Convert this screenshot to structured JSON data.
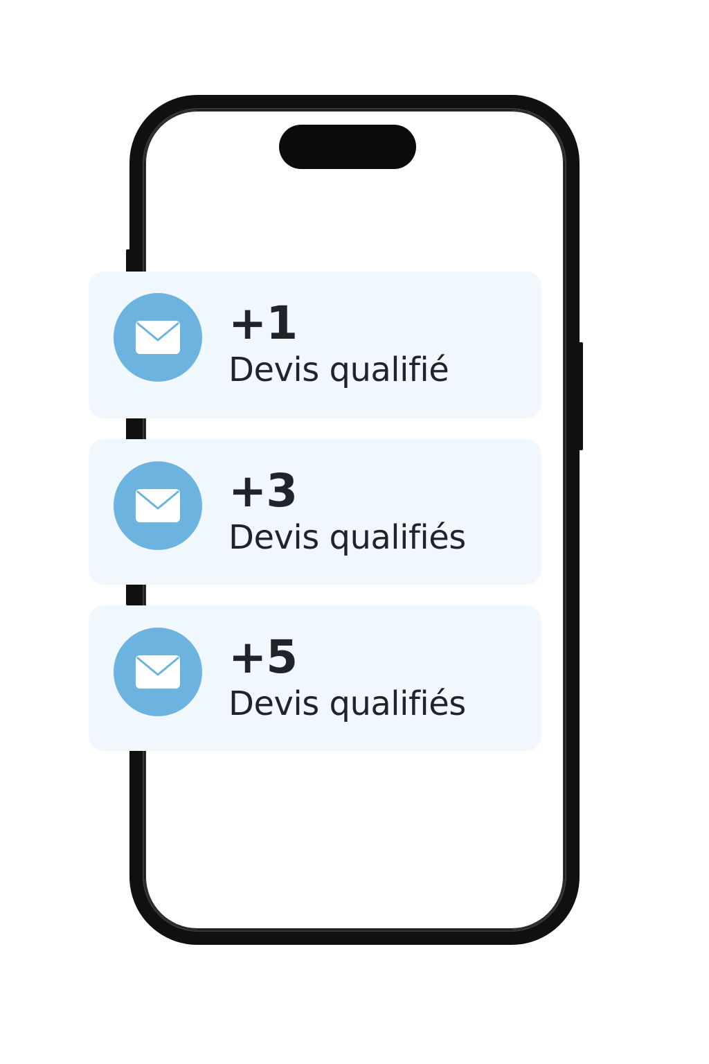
{
  "notifications": [
    {
      "count": "+1",
      "label": "Devis qualifié",
      "icon": "envelope-icon"
    },
    {
      "count": "+3",
      "label": "Devis qualifiés",
      "icon": "envelope-icon"
    },
    {
      "count": "+5",
      "label": "Devis qualifiés",
      "icon": "envelope-icon"
    }
  ],
  "colors": {
    "card_background": "#f0f7fd",
    "icon_circle": "#6cb3e0",
    "text": "#1f2429",
    "phone_frame": "#101010"
  }
}
